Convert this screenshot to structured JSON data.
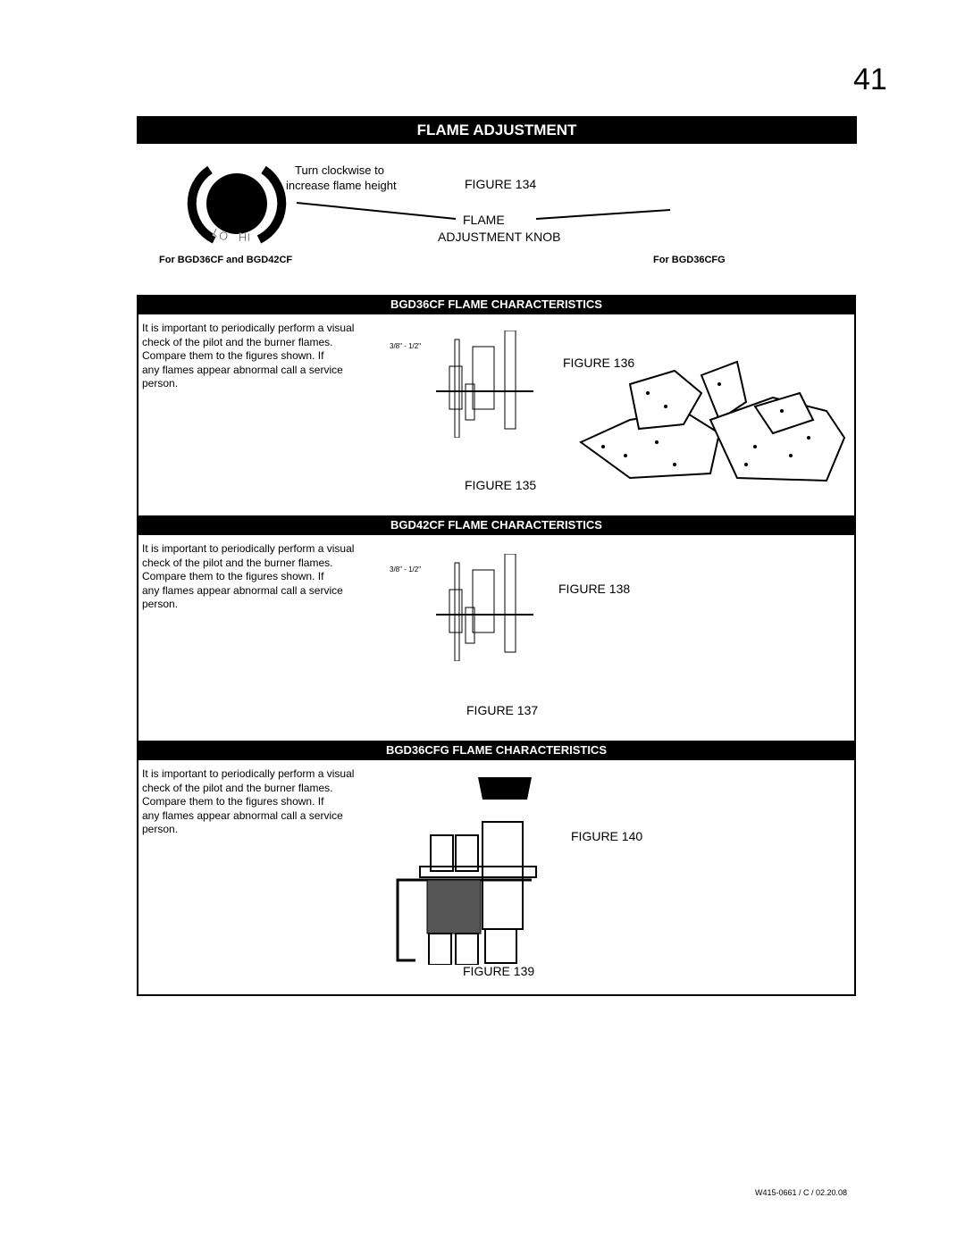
{
  "page_number": "41",
  "title": "FLAME ADJUSTMENT",
  "knob": {
    "instruction_line1": "Turn clockwise to",
    "instruction_line2": "increase flame height",
    "lo": "LO",
    "hi": "HI",
    "figure": "FIGURE 134",
    "callout_line1": "FLAME",
    "callout_line2": "ADJUSTMENT KNOB",
    "left_caption": "For BGD36CF and BGD42CF",
    "right_caption": "For BGD36CFG"
  },
  "sections": [
    {
      "heading": "BGD36CF FLAME CHARACTERISTICS",
      "text_lines": [
        "It is important to periodically perform a visual",
        "check of the pilot and the burner flames.",
        "Compare them to the figures shown.  If",
        "any flames appear abnormal call a service",
        "person."
      ],
      "gap_label": "3/8\" - 1/2\"",
      "figure_pilot": "FIGURE 135",
      "figure_logs": "FIGURE 136"
    },
    {
      "heading": "BGD42CF FLAME CHARACTERISTICS",
      "text_lines": [
        "It is important to periodically perform a visual",
        "check of the pilot and the burner flames.",
        "Compare them to the figures shown.  If",
        "any flames appear abnormal call a service",
        "person."
      ],
      "gap_label": "3/8\" - 1/2\"",
      "figure_pilot": "FIGURE 137",
      "figure_logs": "FIGURE 138"
    },
    {
      "heading": "BGD36CFG FLAME CHARACTERISTICS",
      "text_lines": [
        "It is important to periodically perform a visual",
        "check of the pilot and the burner flames.",
        "Compare them to the figures shown.  If",
        "any flames appear abnormal call a service",
        "person."
      ],
      "figure_pilot": "FIGURE 139",
      "figure_logs": "FIGURE 140"
    }
  ],
  "footer": "W415-0661 / C / 02.20.08"
}
